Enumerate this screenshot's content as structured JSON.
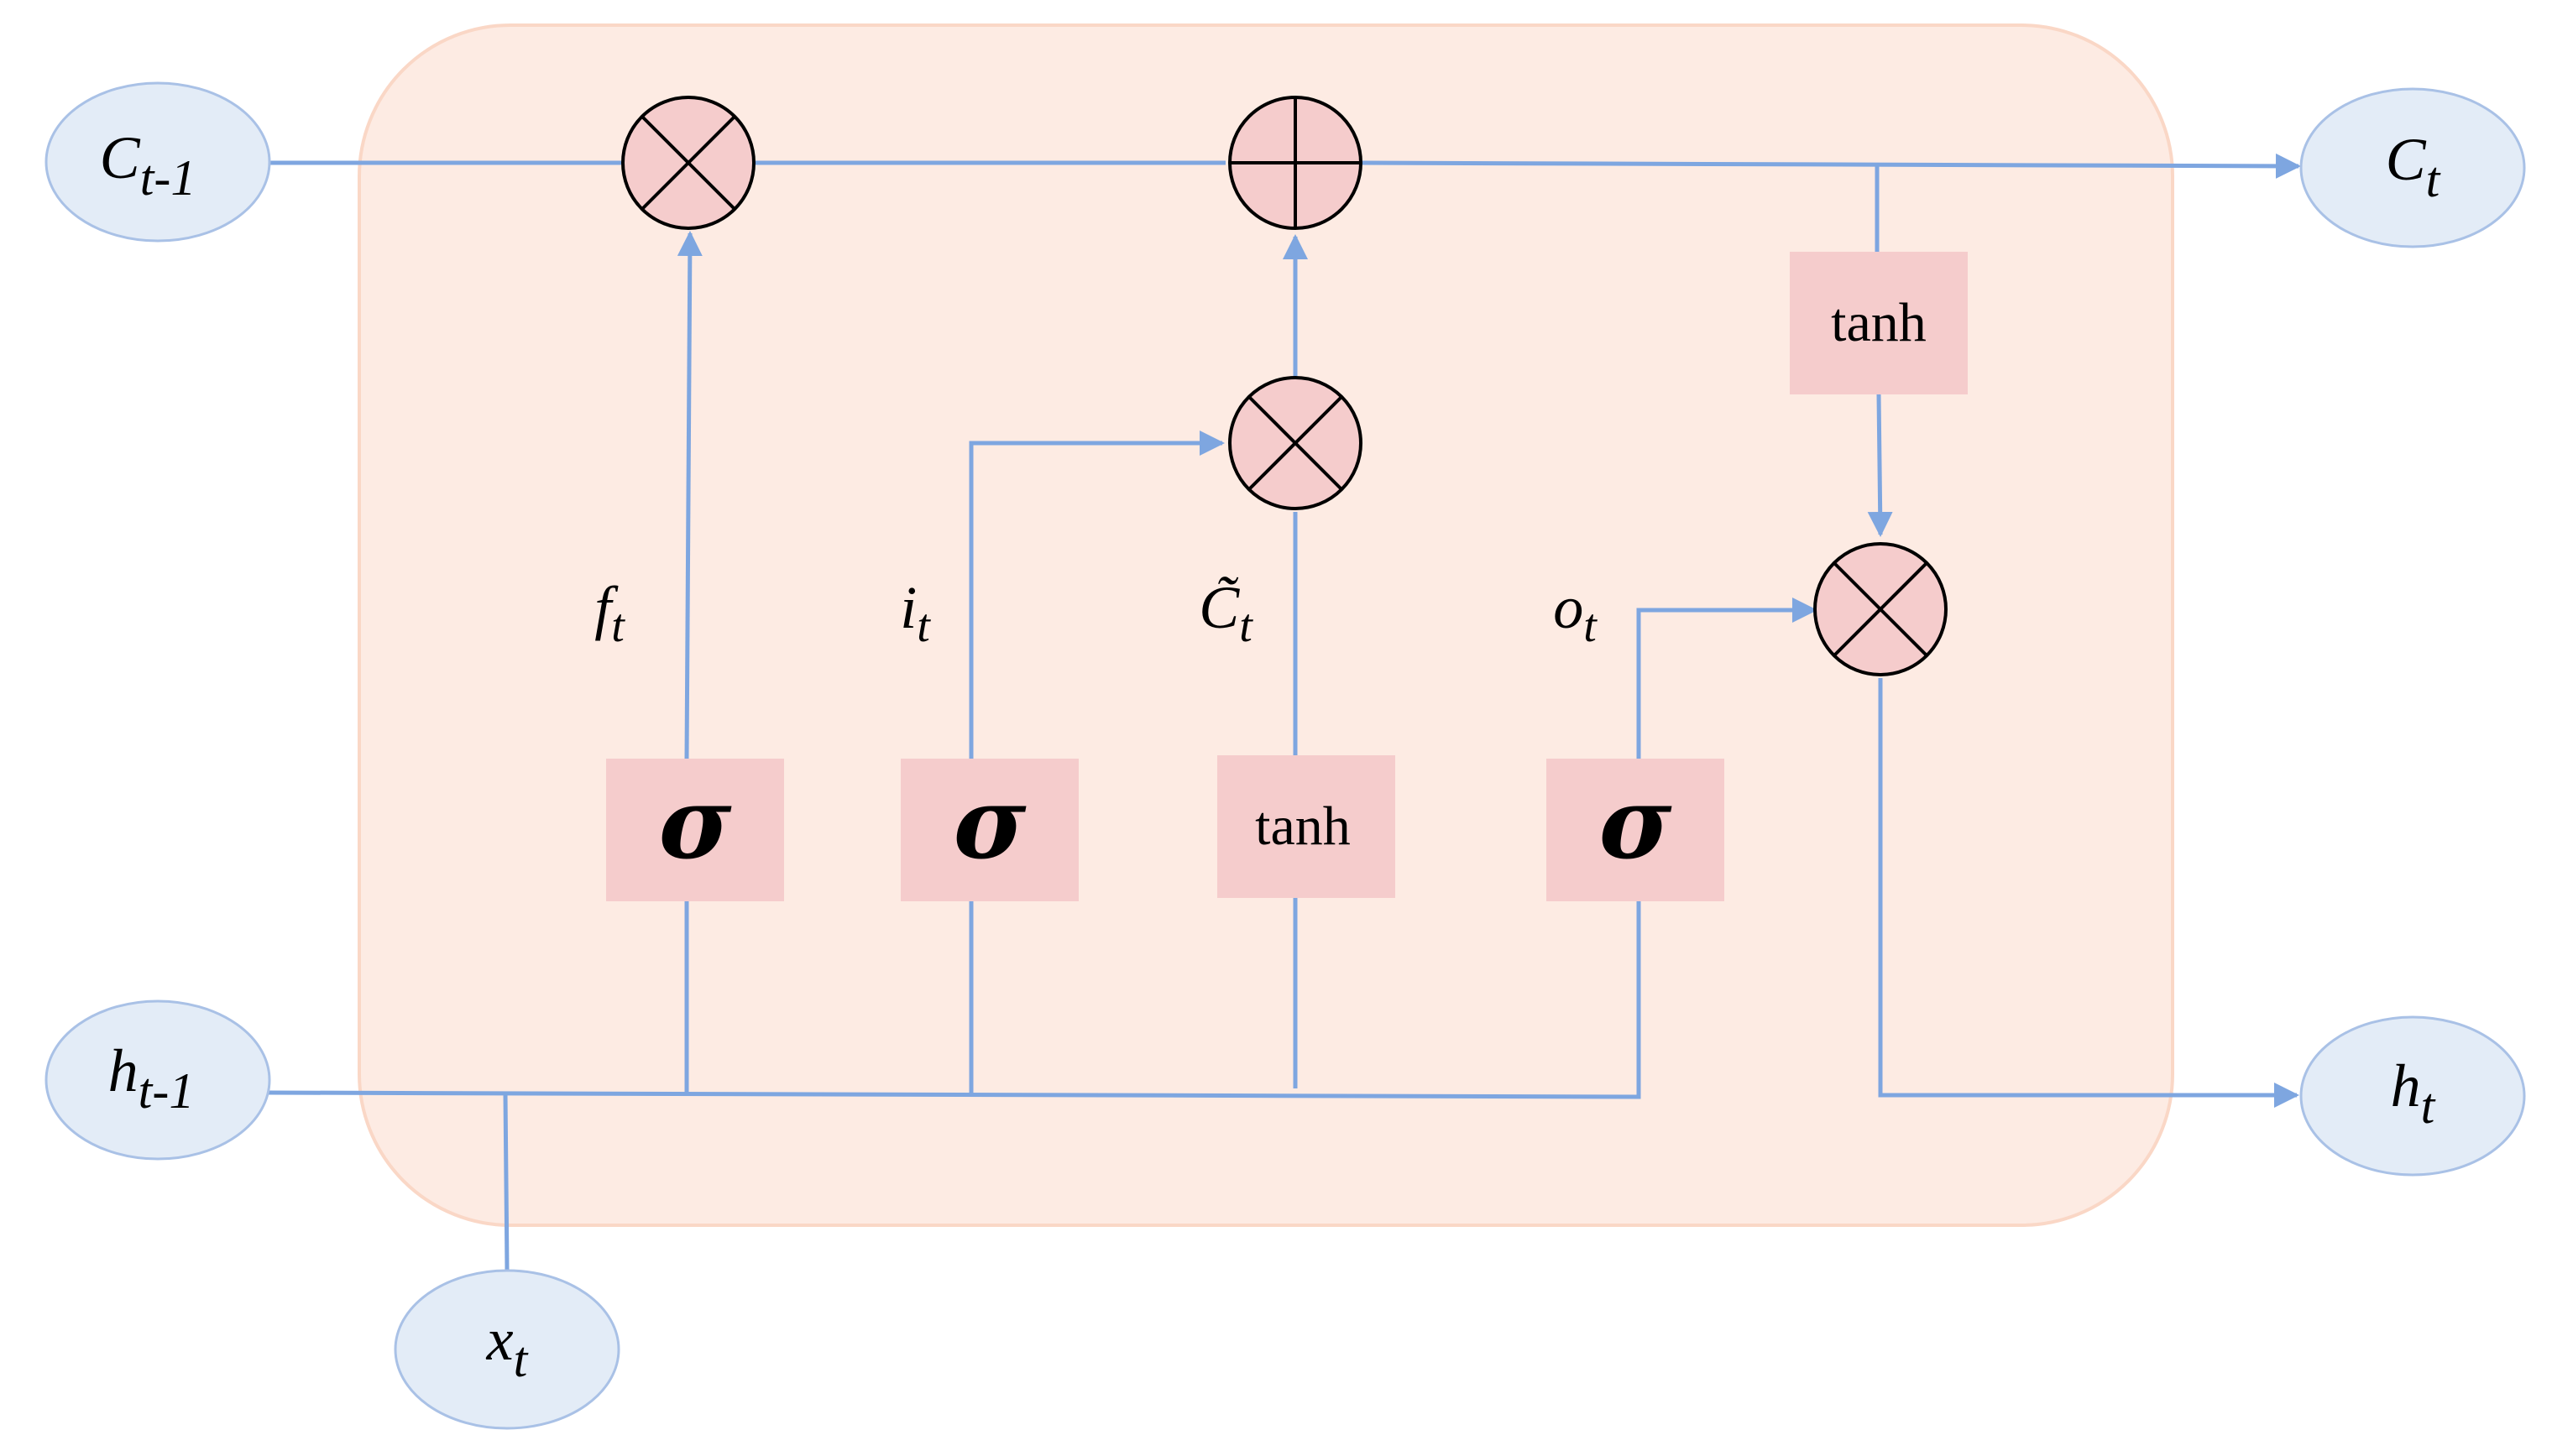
{
  "nodes": {
    "c_prev": {
      "base": "C",
      "sub": "t-1"
    },
    "c_next": {
      "base": "C",
      "sub": "t"
    },
    "h_prev": {
      "base": "h",
      "sub": "t-1"
    },
    "h_next": {
      "base": "h",
      "sub": "t"
    },
    "x_in": {
      "base": "x",
      "sub": "t"
    }
  },
  "gates": {
    "forget_gate": "σ",
    "input_gate": "σ",
    "candidate": "tanh",
    "output_gate": "σ",
    "cell_tanh": "tanh"
  },
  "labels": {
    "forget": {
      "base": "f",
      "sub": "t"
    },
    "input": {
      "base": "i",
      "sub": "t"
    },
    "candidate": {
      "base": "C̃",
      "sub": "t"
    },
    "output": {
      "base": "o",
      "sub": "t"
    }
  },
  "colors": {
    "connector": "#7ea6e0",
    "cell_background": "#fdebe3",
    "gate_fill": "#f5cccc",
    "node_fill": "#e3ecf7"
  }
}
